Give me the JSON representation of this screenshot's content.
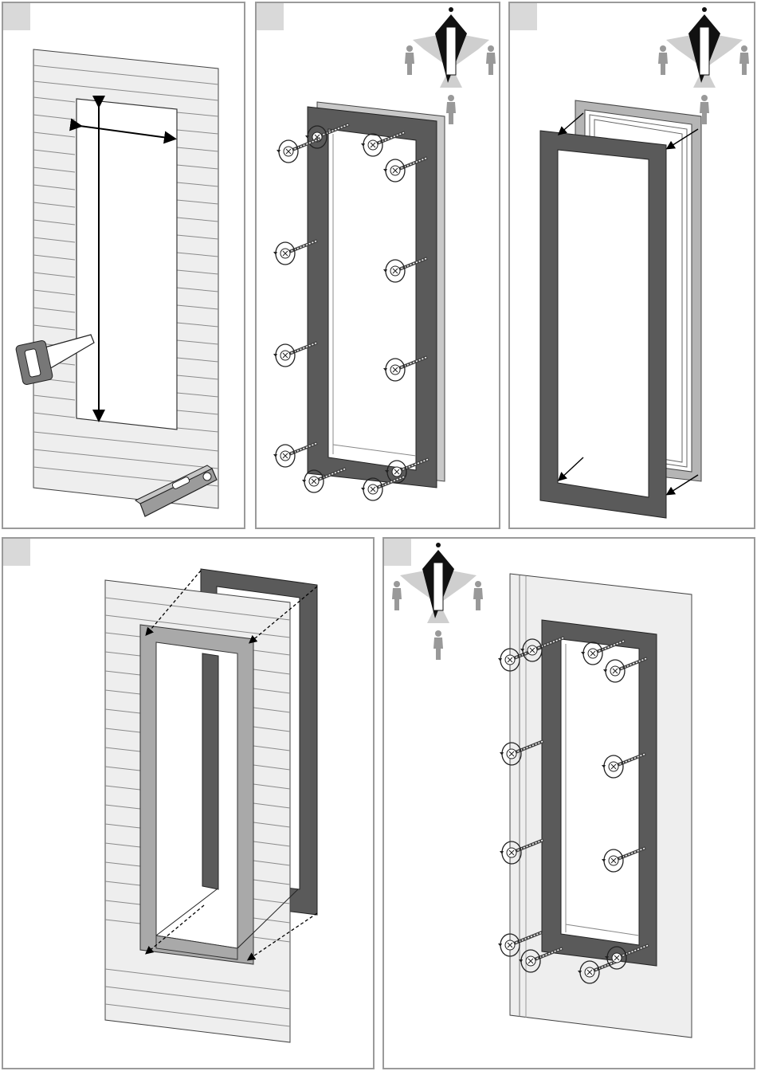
{
  "panels": [
    {
      "id": "step-1",
      "scene": "measure-and-cut-wall-opening",
      "icons": [
        "handsaw-icon",
        "spirit-level-icon",
        "measurement-arrow-icon"
      ]
    },
    {
      "id": "step-2",
      "scene": "screw-inner-frame",
      "icons": [
        "two-person-assembly-icon",
        "screw-icon",
        "rotation-arrow-icon"
      ]
    },
    {
      "id": "step-3",
      "scene": "separate-inner-and-outer-frame",
      "icons": [
        "two-person-assembly-icon",
        "arrow-icon"
      ]
    },
    {
      "id": "step-4",
      "scene": "insert-frames-into-wall",
      "icons": [
        "dashed-alignment-arrow-icon"
      ]
    },
    {
      "id": "step-5",
      "scene": "screw-frame-to-wall",
      "icons": [
        "two-person-assembly-icon",
        "screw-icon",
        "rotation-arrow-icon"
      ]
    }
  ],
  "colors": {
    "frame_dark": "#5a5a5a",
    "frame_light": "#a9a9a9",
    "wall": "#eeeeee",
    "wall_lines": "#8a8a8a",
    "corner_tab": "#d9d9d9",
    "border": "#9a9a9a"
  }
}
